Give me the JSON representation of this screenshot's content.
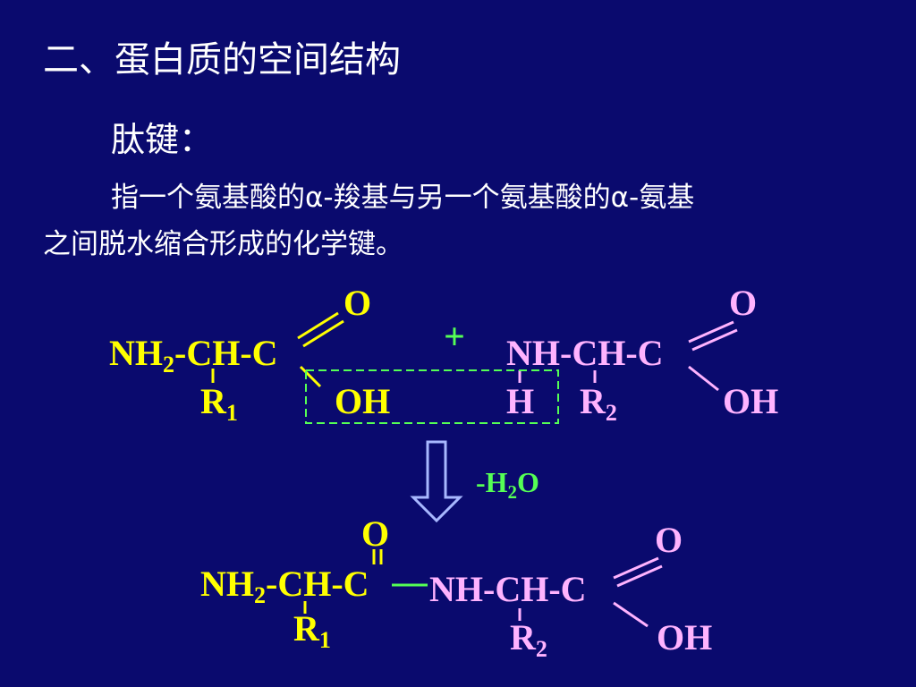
{
  "slide": {
    "title": "二、蛋白质的空间结构",
    "subtitle": "肽键：",
    "definition_line1": "指一个氨基酸的α-羧基与另一个氨基酸的α-氨基",
    "definition_line2": "之间脱水缩合形成的化学键。"
  },
  "colors": {
    "background": "#0a0a6e",
    "first_amino_acid": "#ffff00",
    "second_amino_acid": "#ffb3ff",
    "reaction": "#55ff55",
    "peptide_bond": "#55ff55",
    "arrow": "#a8b8ff",
    "dashed_box": "#55ff55"
  },
  "reactants": {
    "aa1": {
      "n_group": "NH",
      "n_sub": "2",
      "chain": "-CH-C",
      "carbonyl_o": "O",
      "hydroxyl": "OH",
      "r": "R",
      "r_sub": "1"
    },
    "plus": "+",
    "aa2": {
      "n_group": "NH-CH-C",
      "h": "H",
      "carbonyl_o": "O",
      "hydroxyl": "OH",
      "r": "R",
      "r_sub": "2"
    }
  },
  "reaction": {
    "prefix": "-H",
    "sub": "2",
    "suffix": "O"
  },
  "product": {
    "aa1_n": "NH",
    "aa1_n_sub": "2",
    "aa1_chain": "-CH-C",
    "aa1_o": "O",
    "aa1_r": "R",
    "aa1_r_sub": "1",
    "aa2_chain": "NH-CH-C",
    "aa2_o": "O",
    "aa2_oh": "OH",
    "aa2_r": "R",
    "aa2_r_sub": "2"
  }
}
